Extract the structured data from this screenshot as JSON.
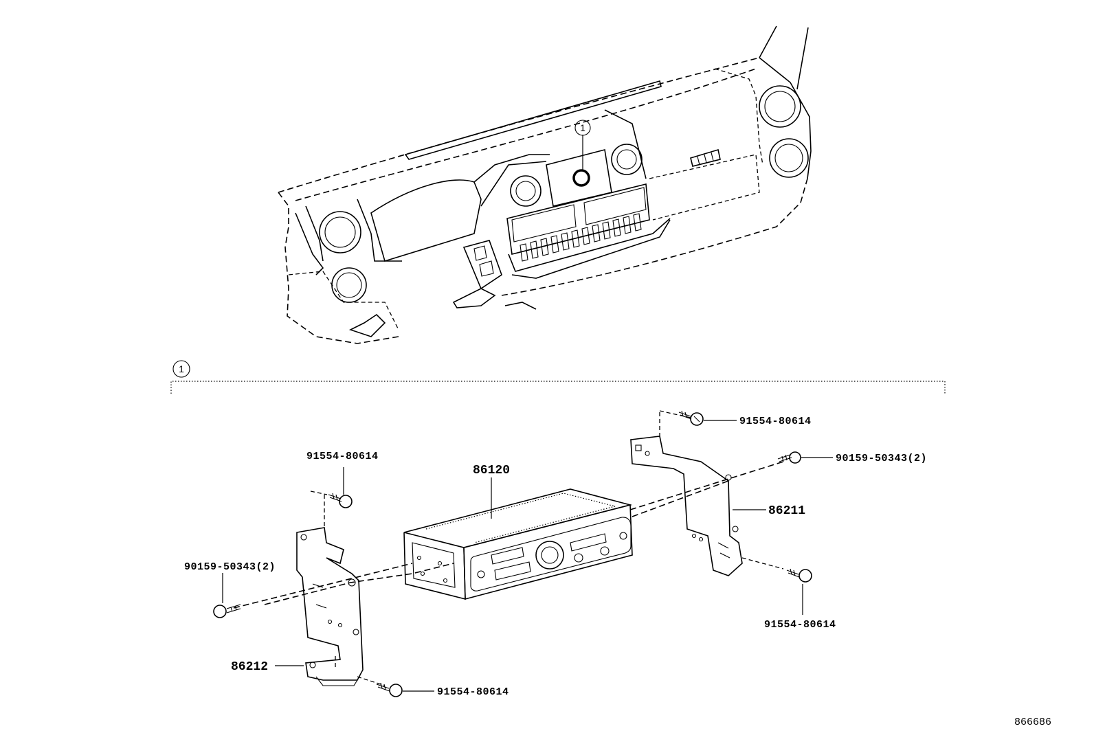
{
  "callout": {
    "number": "1"
  },
  "parts": {
    "radio_assembly": "86120",
    "bracket_right": "86211",
    "bracket_left": "86212",
    "screw_top_right": "91554-80614",
    "screw_bottom_right": "91554-80614",
    "screw_top_left": "91554-80614",
    "screw_bottom_left": "91554-80614",
    "bolt_right": "90159-50343(2)",
    "bolt_left": "90159-50343(2)"
  },
  "figure_ref": "866686"
}
